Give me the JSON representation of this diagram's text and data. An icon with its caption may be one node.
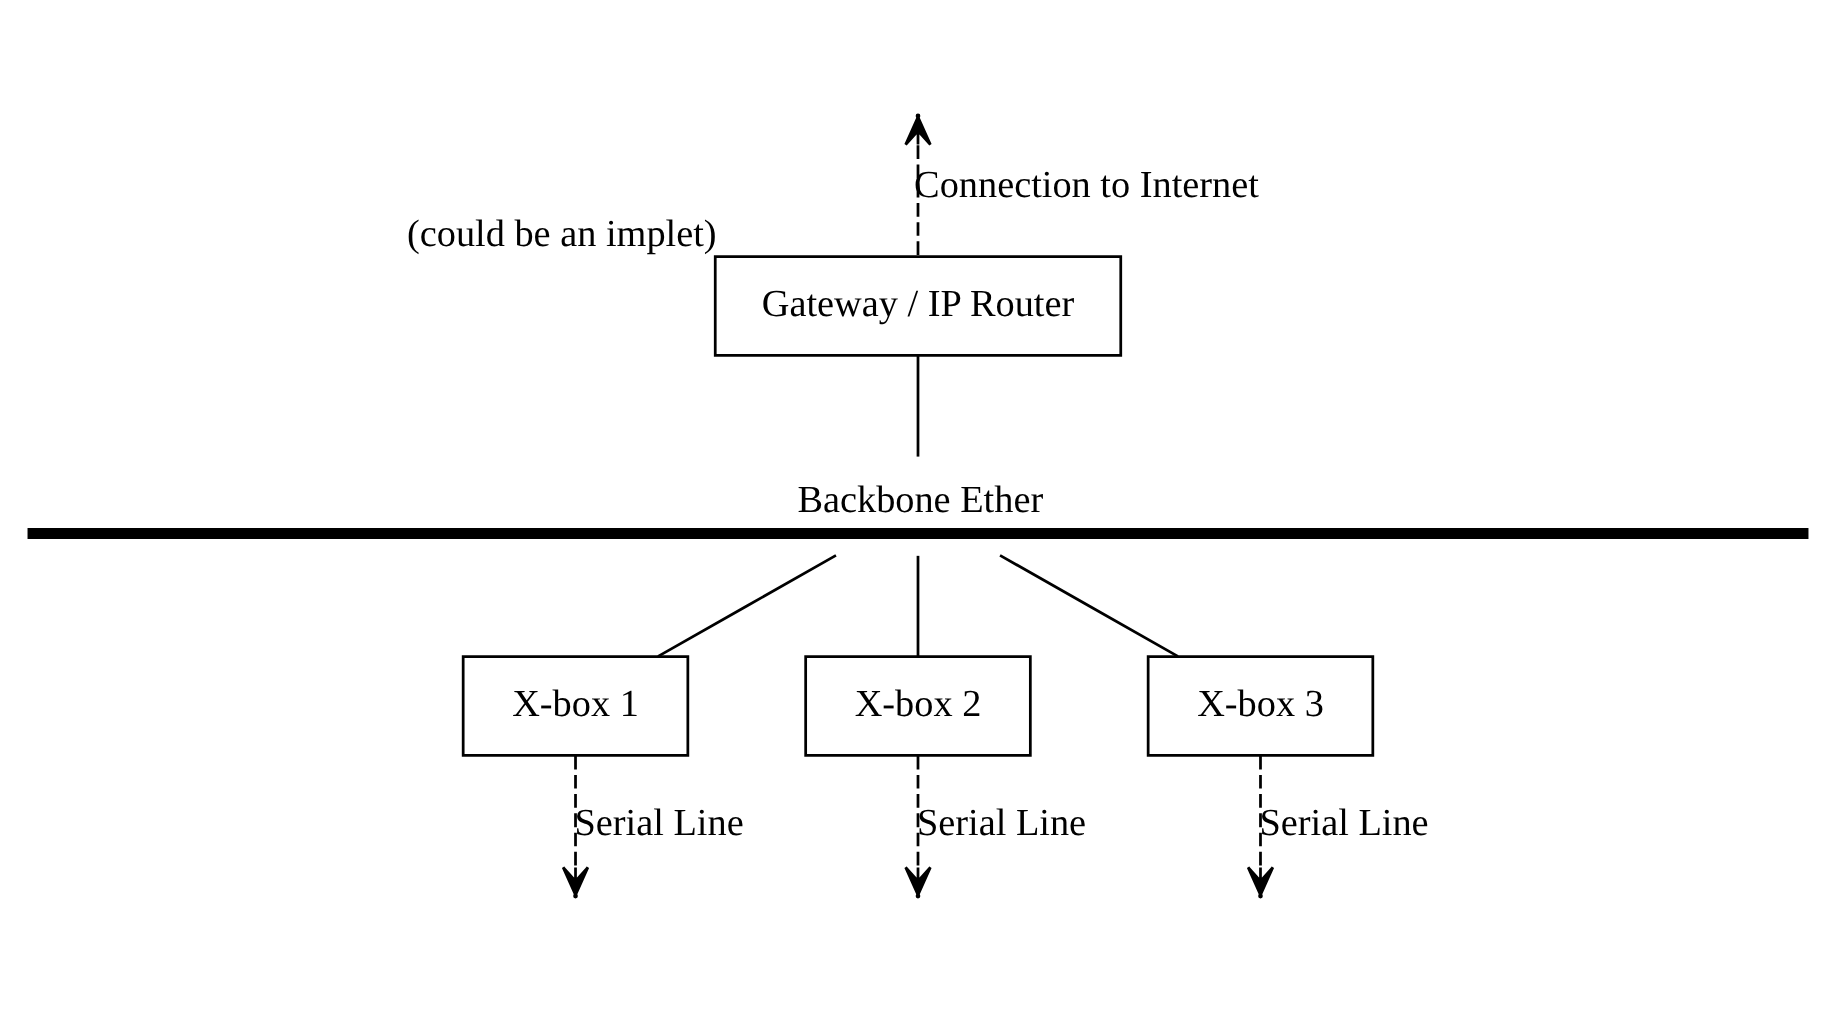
{
  "diagram": {
    "nodes": [
      {
        "text": [
          "Gateway / IP Router"
        ],
        "beside": [
          "(could be an implet)"
        ]
      },
      {
        "text": [
          "Backbone Ether"
        ]
      },
      {
        "text": [
          "X-box 1"
        ]
      },
      {
        "text": [
          "X-box 2"
        ]
      },
      {
        "text": [
          "X-box 3"
        ]
      }
    ],
    "edges": [
      {
        "from": 0,
        "to": null,
        "arrow": "to",
        "style": "dashed",
        "label": "Connection to Internet"
      },
      {
        "from": 0,
        "to": 1,
        "arrow": "none"
      },
      {
        "from": 1,
        "to": 2,
        "arrow": "none"
      },
      {
        "from": 1,
        "to": 3,
        "arrow": "none"
      },
      {
        "from": 1,
        "to": 4,
        "arrow": "none"
      },
      {
        "from": 2,
        "to": null,
        "arrow": "to",
        "style": "dashed",
        "label": "Serial Line"
      },
      {
        "from": 3,
        "to": null,
        "arrow": "to",
        "style": "dashed",
        "label": "Serial Line"
      },
      {
        "from": 4,
        "to": null,
        "arrow": "to",
        "style": "dashed",
        "label": "Serial Line"
      }
    ]
  }
}
